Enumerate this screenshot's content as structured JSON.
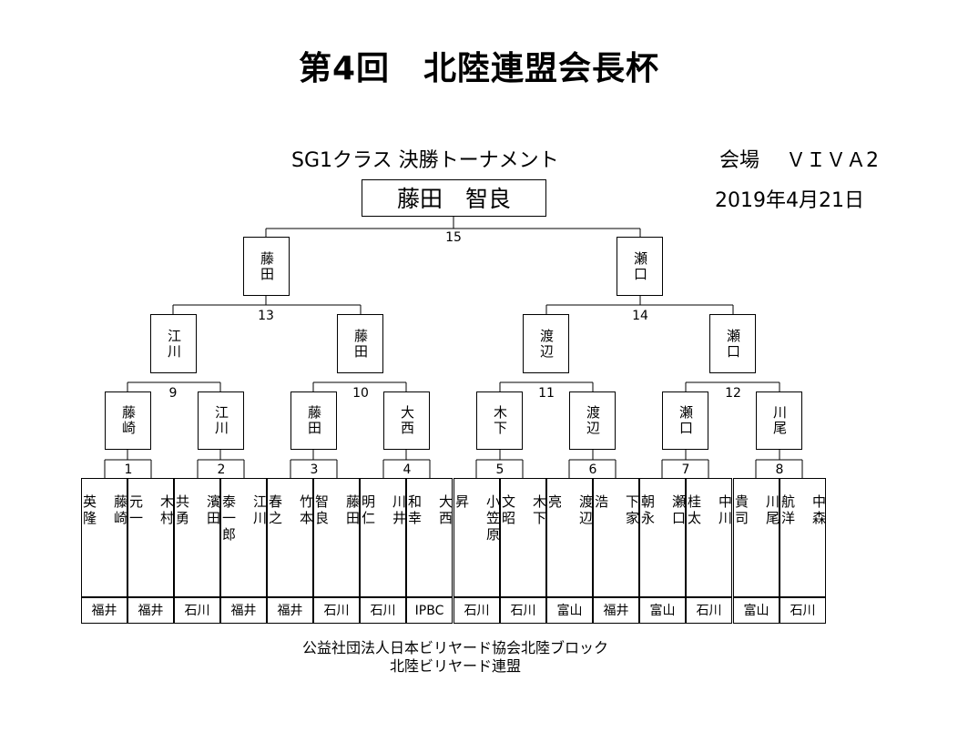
{
  "title": "第4回　北陸連盟会長杯",
  "subtitle": "SG1クラス 決勝トーナメント",
  "venue": "会場　 ＶＩＶＡ2",
  "date": "2019年4月21日",
  "winner": "藤田　智良",
  "matches": {
    "m1": "1",
    "m2": "2",
    "m3": "3",
    "m4": "4",
    "m5": "5",
    "m6": "6",
    "m7": "7",
    "m8": "8",
    "m9": "9",
    "m10": "10",
    "m11": "11",
    "m12": "12",
    "m13": "13",
    "m14": "14",
    "m15": "15"
  },
  "round1_winners": [
    "藤崎",
    "江川",
    "藤田",
    "大西",
    "木下",
    "渡辺",
    "瀬口",
    "川尾"
  ],
  "round2_winners": [
    "江川",
    "藤田",
    "渡辺",
    "瀬口"
  ],
  "round3_winners": [
    "藤田",
    "瀬口"
  ],
  "players": [
    {
      "name": "藤崎\n\n英隆",
      "region": "福井"
    },
    {
      "name": "木村\n\n元一",
      "region": "福井"
    },
    {
      "name": "濱田\n\n共勇",
      "region": "石川"
    },
    {
      "name": "江川\n\n泰一郎",
      "region": "福井"
    },
    {
      "name": "竹本\n\n春之",
      "region": "福井"
    },
    {
      "name": "藤田\n\n智良",
      "region": "石川"
    },
    {
      "name": "川井\n\n明仁",
      "region": "石川"
    },
    {
      "name": "大西\n\n和幸",
      "region": "IPBC"
    },
    {
      "name": "小笠原\n\n昇",
      "region": "石川"
    },
    {
      "name": "木下\n\n文昭",
      "region": "石川"
    },
    {
      "name": "渡辺\n\n亮",
      "region": "富山"
    },
    {
      "name": "下家\n\n浩",
      "region": "福井"
    },
    {
      "name": "瀬口\n\n朝永",
      "region": "富山"
    },
    {
      "name": "中川\n\n桂太",
      "region": "石川"
    },
    {
      "name": "川尾\n\n貴司",
      "region": "富山"
    },
    {
      "name": "中森\n\n航洋",
      "region": "石川"
    }
  ],
  "footer_line1": "公益社団法人日本ビリヤード協会北陸ブロック",
  "footer_line2": "北陸ビリヤード連盟"
}
